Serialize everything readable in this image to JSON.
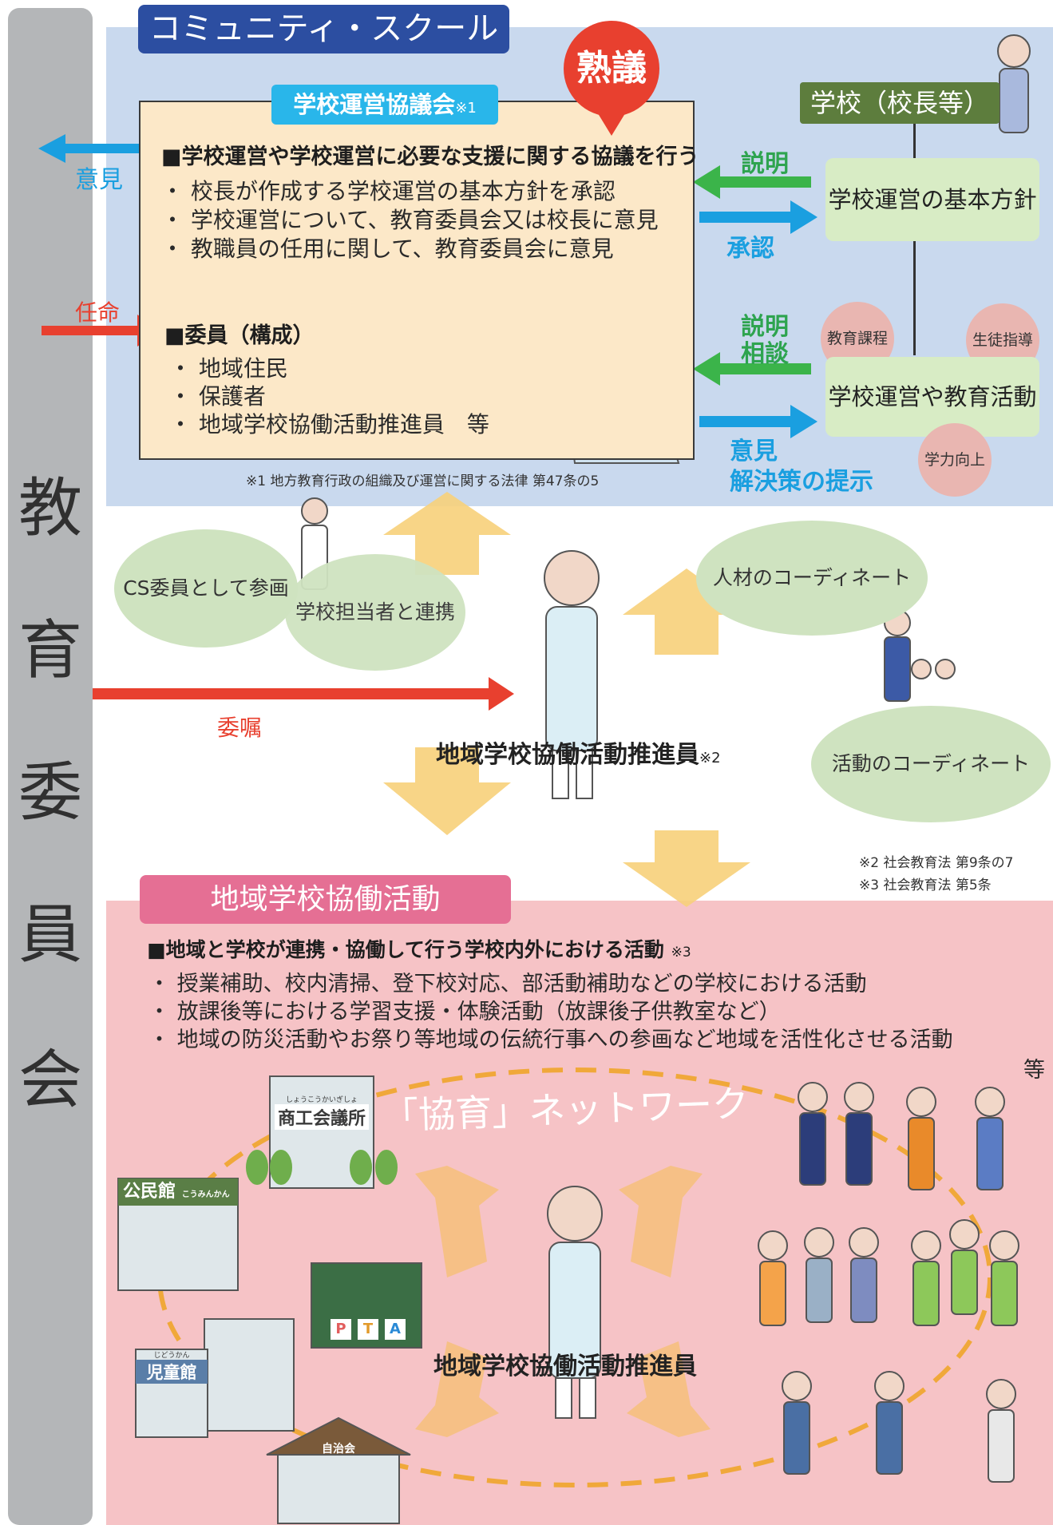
{
  "sidebar": {
    "chars": [
      "教",
      "育",
      "委",
      "員",
      "会"
    ]
  },
  "community_school": {
    "title": "コミュニティ・スクール"
  },
  "council": {
    "title": "学校運営協議会",
    "title_note": "※1",
    "deliberation_badge": "熟議",
    "heading": "■学校運営や学校運営に必要な支援に関する協議を行う",
    "items": [
      "校長が作成する学校運営の基本方針を承認",
      "学校運営について、教育委員会又は校長に意見",
      "教職員の任用に関して、教育委員会に意見"
    ],
    "members_heading": "■委員（構成）",
    "members": [
      "地域住民",
      "保護者",
      "地域学校協働活動推進員　等"
    ],
    "footnote": "※1 地方教育行政の組織及び運営に関する法律 第47条の5"
  },
  "bullet_char": "・",
  "school": {
    "title": "学校（校長等）",
    "policy": "学校運営の基本方針",
    "operations": "学校運営や教育活動",
    "circles": [
      "教育課程",
      "生徒指導",
      "学力向上"
    ]
  },
  "arrows": {
    "opinion_out": "意見",
    "appoint": "任命",
    "explain1": "説明",
    "approve": "承認",
    "explain2": "説明",
    "consult": "相談",
    "opinion2": "意見",
    "solutions": "解決策の提示",
    "commission": "委嘱"
  },
  "coordinator": {
    "roles": [
      "CS委員として参画",
      "学校担当者と連携",
      "人材のコーディネート",
      "活動のコーディネート"
    ],
    "name": "地域学校協働活動推進員",
    "note": "※2",
    "footnote2": "※2 社会教育法 第9条の7",
    "footnote3": "※3 社会教育法 第5条"
  },
  "activities": {
    "title": "地域学校協働活動",
    "heading": "■地域と学校が連携・協働して行う学校内外における活動",
    "heading_note": "※3",
    "items": [
      "授業補助、校内清掃、登下校対応、部活動補助などの学校における活動",
      "放課後等における学習支援・体験活動（放課後子供教室など）",
      "地域の防災活動やお祭り等地域の伝統行事への参画など地域を活性化させる活動"
    ],
    "etc": "等",
    "network": "「協育」ネットワーク",
    "center": "地域学校協働活動推進員",
    "buildings": [
      "商工会議所",
      "公民館",
      "児童館",
      "自治会"
    ],
    "building_ruby": [
      "しょうこうかいぎしょ",
      "こうみんかん",
      "じどうかん"
    ],
    "pta": [
      "P",
      "T",
      "A"
    ]
  },
  "colors": {
    "cs_panel": "#c9d9ee",
    "act_panel": "#f6c3c6",
    "cs_title": "#2c4ea1",
    "act_title": "#e56f94",
    "council_title": "#29b6ea",
    "school_title": "#5d7d3d",
    "red": "#e8402f",
    "green": "#2ea44f",
    "blue": "#1a9fe0",
    "big_arrow": "#f7d07a"
  },
  "icons": [
    "person-figure-icon",
    "building-icon",
    "arrow-icon"
  ]
}
